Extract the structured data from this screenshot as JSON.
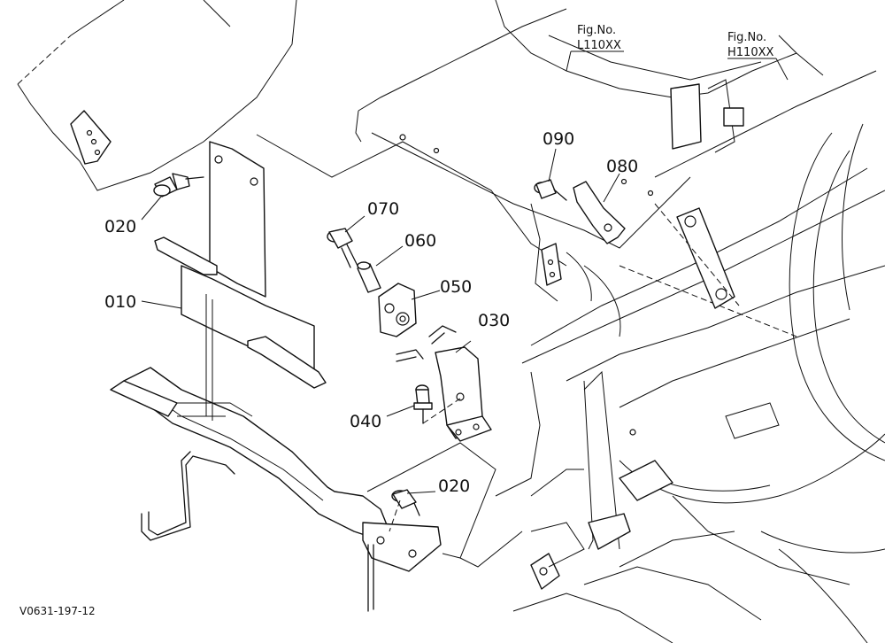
{
  "figure_refs": [
    {
      "line1": "Fig.No.",
      "line2": "L110XX"
    },
    {
      "line1": "Fig.No.",
      "line2": "H110XX"
    }
  ],
  "callouts": {
    "p010": "010",
    "p020a": "020",
    "p020b": "020",
    "p030": "030",
    "p040": "040",
    "p050": "050",
    "p060": "060",
    "p070": "070",
    "p080": "080",
    "p090": "090"
  },
  "drawing_code": "V0631-197-12"
}
